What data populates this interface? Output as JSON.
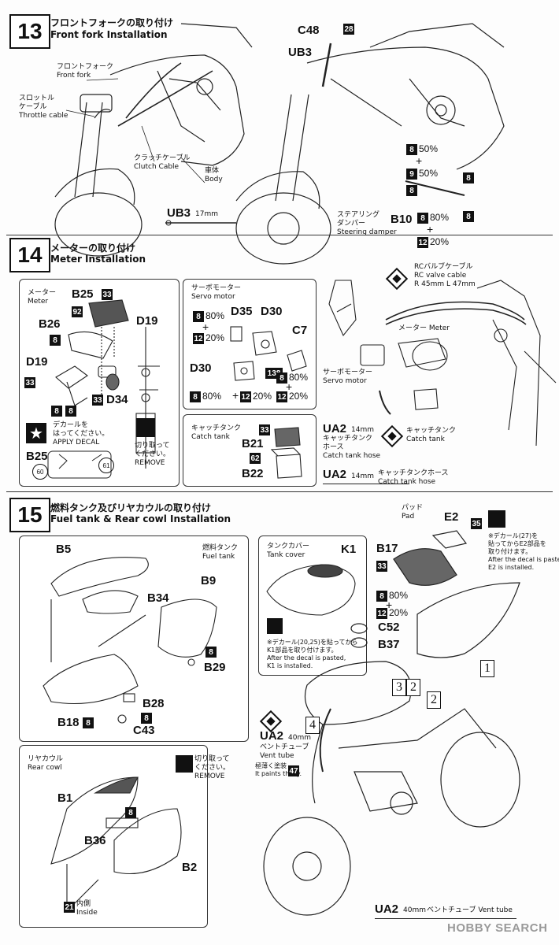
{
  "step13": {
    "number": "13",
    "title_jp": "フロントフォークの取り付け",
    "title_en": "Front fork Installation",
    "labels": {
      "front_fork_jp": "フロントフォーク",
      "front_fork_en": "Front fork",
      "throttle_jp1": "スロットル",
      "throttle_jp2": "ケーブル",
      "throttle_en": "Throttle cable",
      "clutch_jp": "クラッチケーブル",
      "clutch_en": "Clutch Cable",
      "body_jp": "車体",
      "body_en": "Body",
      "damper_jp1": "ステアリング",
      "damper_jp2": "ダンパー",
      "damper_en": "Steering damper"
    },
    "parts": {
      "c48": "C48",
      "ub3": "UB3",
      "ub3_len": "17mm",
      "b10": "B10"
    },
    "chips": {
      "c48": "28",
      "p8": "8",
      "p9": "9",
      "p12": "12"
    },
    "paint": {
      "p1": "50%",
      "p2": "50%",
      "p3": "80%",
      "p4": "20%",
      "plus": "+"
    }
  },
  "step14": {
    "number": "14",
    "title_jp": "メーターの取り付け",
    "title_en": "Meter Installation",
    "meter_panel": {
      "meter_jp": "メーター",
      "meter_en": "Meter",
      "b25": "B25",
      "b26": "B26",
      "d19a": "D19",
      "d19b": "D19",
      "d34": "D34",
      "chip33": "33",
      "chip92": "92",
      "chip8": "8",
      "decal_jp1": "デカールを",
      "decal_jp2": "はってください。",
      "decal_en": "APPLY DECAL",
      "remove_jp1": "切り取って",
      "remove_jp2": "ください。",
      "remove_en": "REMOVE",
      "b25_label": "B25",
      "c60": "60",
      "c61": "61"
    },
    "servo_panel": {
      "servo_jp": "サーボモーター",
      "servo_en": "Servo motor",
      "d35": "D35",
      "d30a": "D30",
      "d30b": "D30",
      "c7": "C7",
      "chip138": "138",
      "p80": "80%",
      "p20": "20%",
      "plus": "+"
    },
    "catch_panel": {
      "catch_jp": "キャッチタンク",
      "catch_en": "Catch tank",
      "b21": "B21",
      "b22": "B22",
      "chip33": "33",
      "chip62": "62"
    },
    "main": {
      "rc_jp": "RCバルブケーブル",
      "rc_en": "RC valve cable",
      "rc_len": "R 45mm  L 47mm",
      "meter_jp": "メーター",
      "meter_en": "Meter",
      "servo_jp": "サーボモーター",
      "servo_en": "Servo motor",
      "catch_jp": "キャッチタンク",
      "catch_en": "Catch tank",
      "ua2": "UA2",
      "ua2_len": "14mm",
      "hose_jp1": "キャッチタンク",
      "hose_jp2": "ホース",
      "hose_en": "Catch tank hose",
      "ua2b": "UA2",
      "ua2b_len": "14mm",
      "ua2b_jp": "キャッチタンクホース",
      "ua2b_en": "Catch tank hose"
    }
  },
  "step15": {
    "number": "15",
    "title_jp": "燃料タンク及びリヤカウルの取り付け",
    "title_en": "Fuel tank & Rear cowl Installation",
    "fuel_panel": {
      "fuel_jp": "燃料タンク",
      "fuel_en": "Fuel tank",
      "b5": "B5",
      "b9": "B9",
      "b34": "B34",
      "b29": "B29",
      "b28": "B28",
      "b18": "B18",
      "c43": "C43",
      "chip8": "8"
    },
    "rear_panel": {
      "rear_jp": "リヤカウル",
      "rear_en": "Rear cowl",
      "remove_jp1": "切り取って",
      "remove_jp2": "ください。",
      "remove_en": "REMOVE",
      "b1": "B1",
      "b36": "B36",
      "b2": "B2",
      "chip8": "8",
      "inside_chip": "21",
      "inside_jp": "内側",
      "inside_en": "Inside"
    },
    "tank_cover_panel": {
      "title_jp": "タンクカバー",
      "title_en": "Tank cover",
      "k1": "K1",
      "note1": "※デカール(20,25)を貼ってから",
      "note2": "K1部品を取り付けます。",
      "note3": "After the decal is pasted,",
      "note4": "K1 is installed."
    },
    "main": {
      "pad_jp": "パッド",
      "pad_en": "Pad",
      "e2": "E2",
      "chip35": "35",
      "pad_note1": "※デカール(27)を",
      "pad_note2": "貼ってからE2部品を",
      "pad_note3": "取り付けます。",
      "pad_note4": "After the decal is pasted,",
      "pad_note5": "E2 is installed.",
      "b17": "B17",
      "chip33": "33",
      "p80": "80%",
      "p20": "20%",
      "plus": "+",
      "chip8": "8",
      "chip12": "12",
      "c52": "C52",
      "b37": "B37",
      "box1": "1",
      "box2a": "2",
      "box2b": "2",
      "box3": "3",
      "box4": "4",
      "ua2": "UA2",
      "ua2_len": "40mm",
      "vent_jp": "ベントチューブ",
      "vent_en": "Vent tube",
      "thin_jp": "極薄く塗装",
      "thin_en": "It paints thinly.",
      "chip47": "47",
      "bottom_ua2": "UA2",
      "bottom_len": "40mm",
      "bottom_jp": "ベントチューブ",
      "bottom_en": "Vent tube"
    }
  },
  "watermark": "HOBBY SEARCH"
}
